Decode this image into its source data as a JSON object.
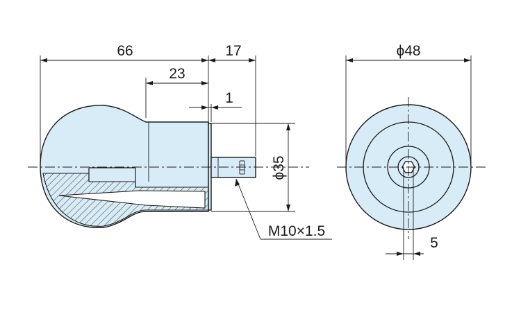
{
  "dimensions": {
    "overall_length": "66",
    "thread_length": "17",
    "neck_length": "23",
    "shoulder_gap": "1",
    "neck_diameter": "ϕ35",
    "ball_diameter": "ϕ48",
    "hex_socket": "5",
    "thread_spec": "M10×1.5"
  },
  "colors": {
    "body_fill": "#d8ecf7",
    "line": "#1a1a1a",
    "hatch": "#1a1a1a",
    "background": "#ffffff"
  }
}
